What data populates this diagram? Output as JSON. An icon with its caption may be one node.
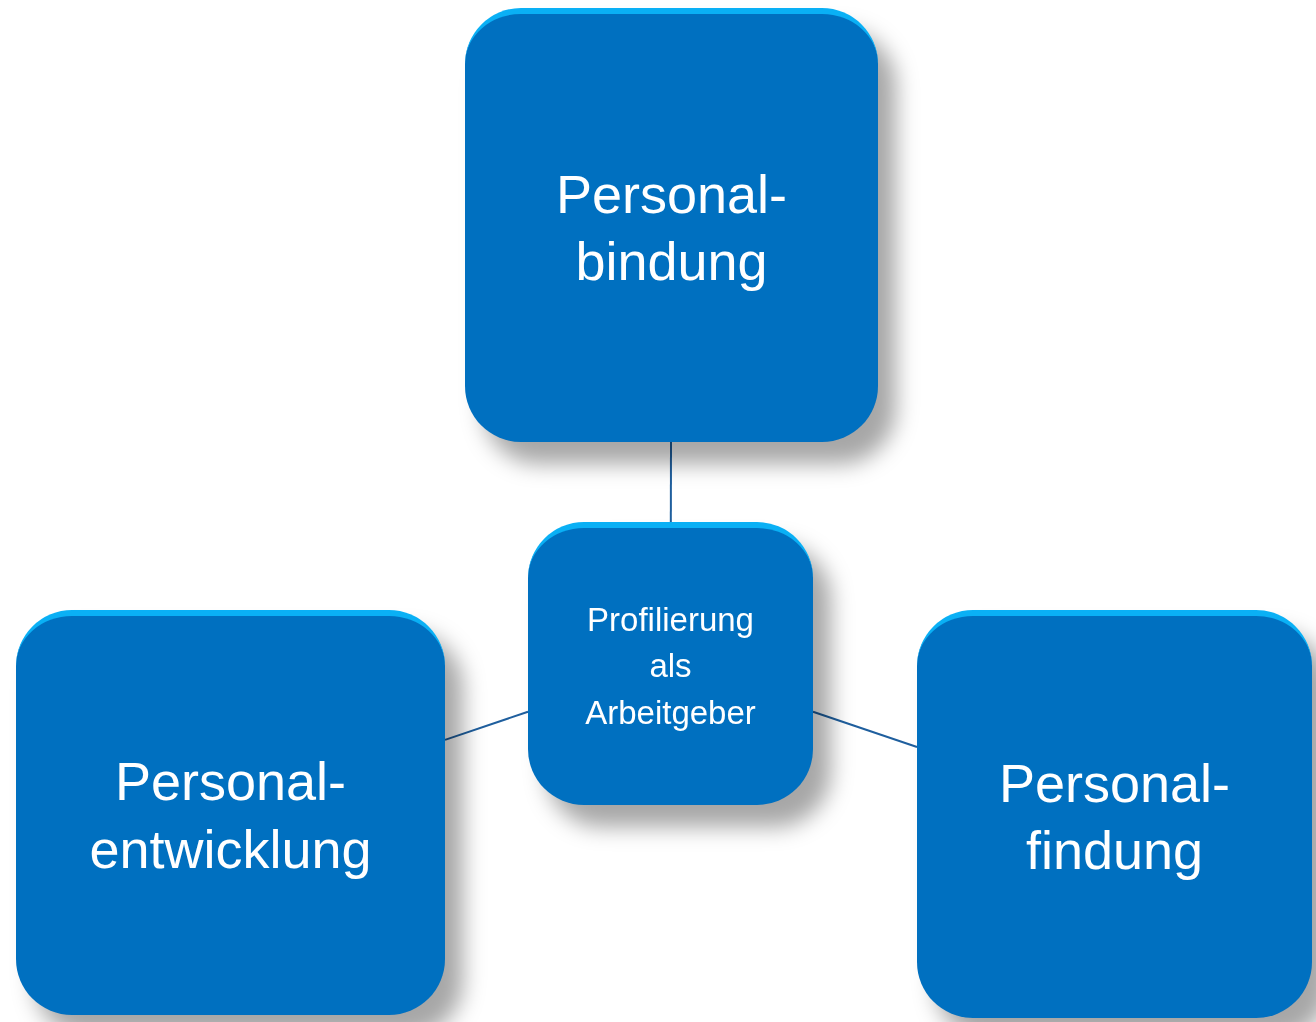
{
  "diagram": {
    "nodes": [
      {
        "text": [
          "Personal- bindung"
        ]
      },
      {
        "text": [
          "Profilierung als Arbeitgeber"
        ]
      },
      {
        "text": [
          "Personal- entwicklung"
        ]
      },
      {
        "text": [
          "Personal- findung"
        ]
      }
    ],
    "edges": [
      {
        "from": 0,
        "to": 1,
        "arrow": "none"
      },
      {
        "from": 1,
        "to": 2,
        "arrow": "none"
      },
      {
        "from": 1,
        "to": 3,
        "arrow": "none"
      }
    ]
  }
}
